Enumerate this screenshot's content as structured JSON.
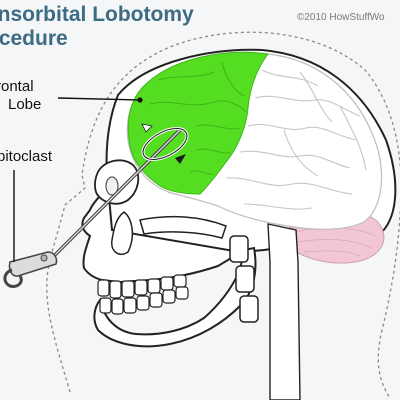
{
  "title": {
    "line1": "ansorbital Lobotomy",
    "line2": "ocedure"
  },
  "copyright": "©2010 HowStuffWo",
  "labels": {
    "frontal_line1": "rontal",
    "frontal_line2": "Lobe",
    "orbitoclast": "rbitoclast"
  },
  "colors": {
    "background": "#f4f6f7",
    "frontal_lobe": "#55dd22",
    "brain": "#ffffff",
    "cerebellum": "#f2c6d6",
    "skull": "#ffffff",
    "outline": "#222222",
    "title": "#3d6b84"
  },
  "icons": {
    "rotation_indicator": "rotation-arrow-icon"
  }
}
